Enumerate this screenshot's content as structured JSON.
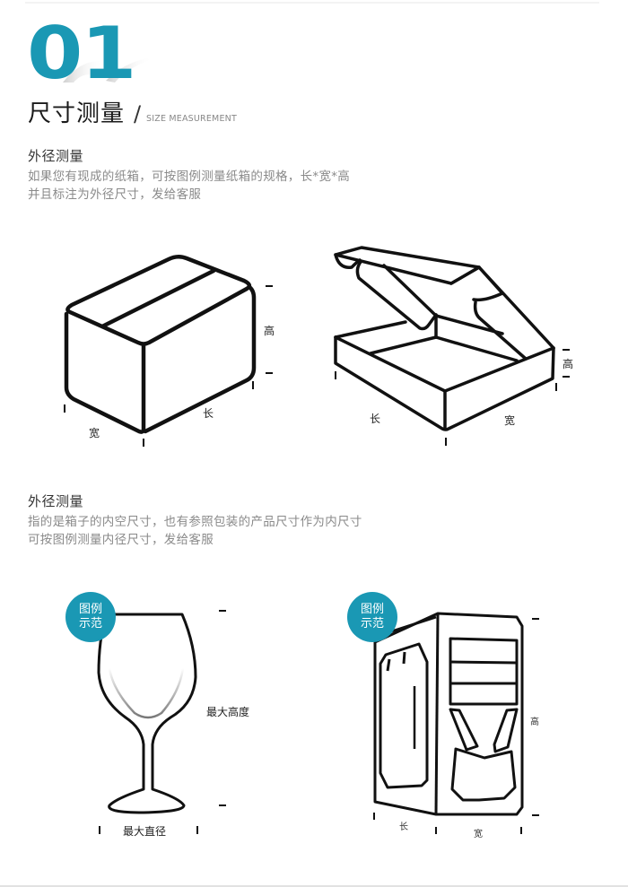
{
  "header": {
    "number": "01",
    "title": "尺寸测量",
    "slash": "/",
    "subtitle_en": "SIZE MEASUREMENT",
    "accent_color": "#1a98b4"
  },
  "section1": {
    "heading": "外径测量",
    "lines": [
      "如果您有现成的纸箱，可按图例测量纸箱的规格，长*宽*高",
      "并且标注为外径尺寸，发给客服"
    ],
    "figure_left": {
      "label_height": "高",
      "label_length": "长",
      "label_width": "宽"
    },
    "figure_right": {
      "label_height": "高",
      "label_length": "长",
      "label_width": "宽"
    }
  },
  "section2": {
    "heading": "外径测量",
    "lines": [
      "指的是箱子的内空尺寸，也有参照包装的产品尺寸作为内尺寸",
      "可按图例测量内径尺寸，发给客服"
    ],
    "figure_glass": {
      "badge_line1": "图例",
      "badge_line2": "示范",
      "label_max_height": "最大高度",
      "label_max_diameter": "最大直径"
    },
    "figure_case": {
      "badge_line1": "图例",
      "badge_line2": "示范",
      "label_height": "高",
      "label_length": "长",
      "label_width": "宽"
    }
  }
}
